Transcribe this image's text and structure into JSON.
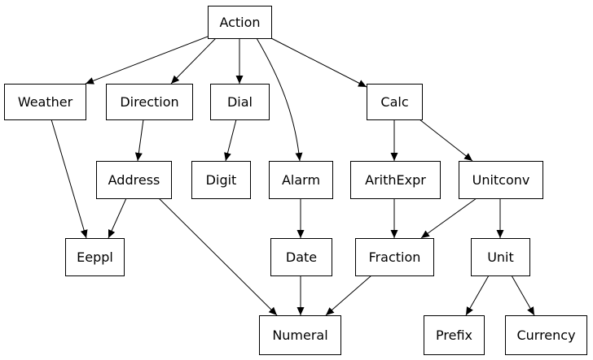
{
  "nodes": [
    {
      "id": "action",
      "label": "Action"
    },
    {
      "id": "weather",
      "label": "Weather"
    },
    {
      "id": "direction",
      "label": "Direction"
    },
    {
      "id": "dial",
      "label": "Dial"
    },
    {
      "id": "calc",
      "label": "Calc"
    },
    {
      "id": "address",
      "label": "Address"
    },
    {
      "id": "digit",
      "label": "Digit"
    },
    {
      "id": "alarm",
      "label": "Alarm"
    },
    {
      "id": "arithexpr",
      "label": "ArithExpr"
    },
    {
      "id": "unitconv",
      "label": "Unitconv"
    },
    {
      "id": "eeppl",
      "label": "Eeppl"
    },
    {
      "id": "date",
      "label": "Date"
    },
    {
      "id": "fraction",
      "label": "Fraction"
    },
    {
      "id": "unit",
      "label": "Unit"
    },
    {
      "id": "numeral",
      "label": "Numeral"
    },
    {
      "id": "prefix",
      "label": "Prefix"
    },
    {
      "id": "currency",
      "label": "Currency"
    }
  ],
  "edges": [
    {
      "from": "action",
      "to": "weather"
    },
    {
      "from": "action",
      "to": "direction"
    },
    {
      "from": "action",
      "to": "dial"
    },
    {
      "from": "action",
      "to": "alarm"
    },
    {
      "from": "action",
      "to": "calc"
    },
    {
      "from": "weather",
      "to": "eeppl"
    },
    {
      "from": "direction",
      "to": "address"
    },
    {
      "from": "dial",
      "to": "digit"
    },
    {
      "from": "address",
      "to": "eeppl"
    },
    {
      "from": "address",
      "to": "numeral"
    },
    {
      "from": "calc",
      "to": "arithexpr"
    },
    {
      "from": "calc",
      "to": "unitconv"
    },
    {
      "from": "alarm",
      "to": "date"
    },
    {
      "from": "arithexpr",
      "to": "fraction"
    },
    {
      "from": "unitconv",
      "to": "fraction"
    },
    {
      "from": "unitconv",
      "to": "unit"
    },
    {
      "from": "date",
      "to": "numeral"
    },
    {
      "from": "fraction",
      "to": "numeral"
    },
    {
      "from": "unit",
      "to": "prefix"
    },
    {
      "from": "unit",
      "to": "currency"
    }
  ]
}
